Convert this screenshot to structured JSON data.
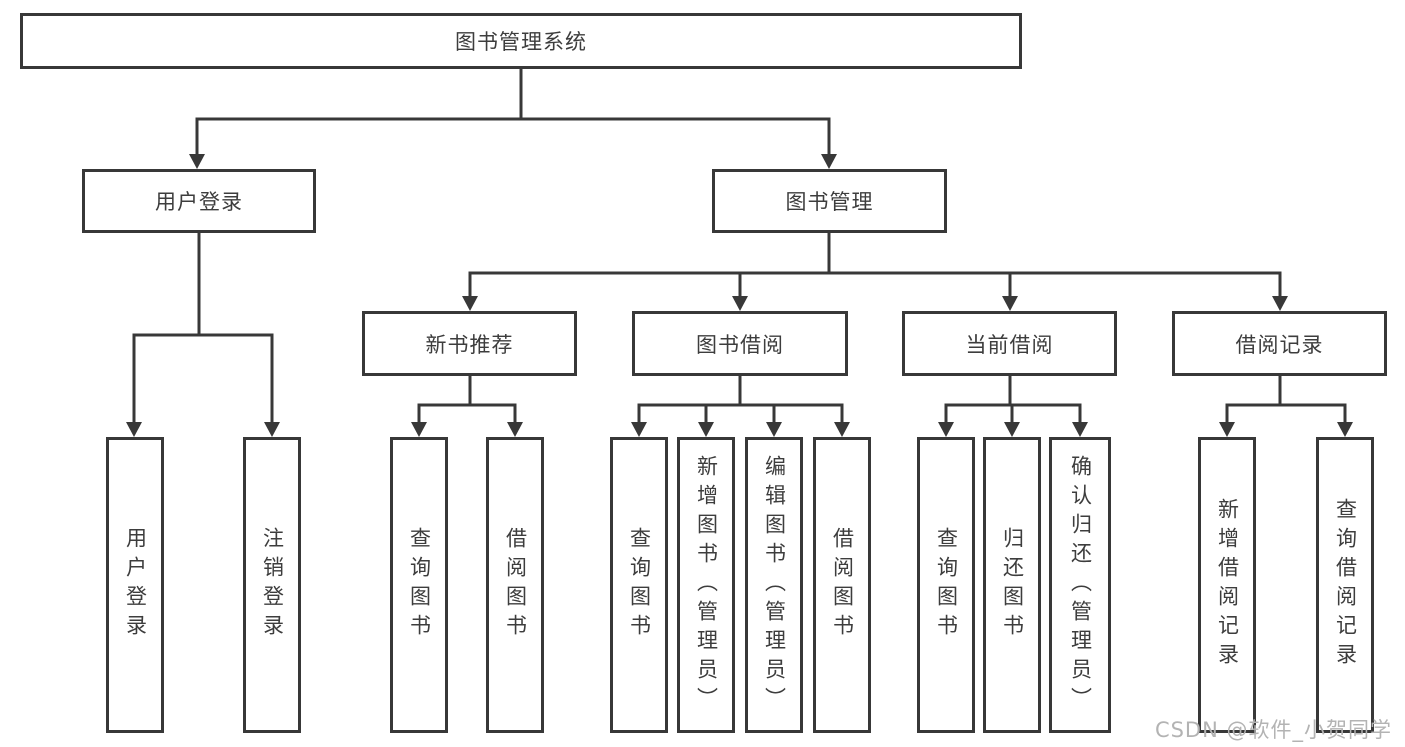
{
  "root": {
    "label": "图书管理系统",
    "children": [
      {
        "label": "用户登录",
        "children": [
          {
            "label": "用户登录"
          },
          {
            "label": "注销登录"
          }
        ]
      },
      {
        "label": "图书管理",
        "children": [
          {
            "label": "新书推荐",
            "children": [
              {
                "label": "查询图书"
              },
              {
                "label": "借阅图书"
              }
            ]
          },
          {
            "label": "图书借阅",
            "children": [
              {
                "label": "查询图书"
              },
              {
                "label": "新增图书（管理员）"
              },
              {
                "label": "编辑图书（管理员）"
              },
              {
                "label": "借阅图书"
              }
            ]
          },
          {
            "label": "当前借阅",
            "children": [
              {
                "label": "查询图书"
              },
              {
                "label": "归还图书"
              },
              {
                "label": "确认归还（管理员）"
              }
            ]
          },
          {
            "label": "借阅记录",
            "children": [
              {
                "label": "新增借阅记录"
              },
              {
                "label": "查询借阅记录"
              }
            ]
          }
        ]
      }
    ]
  },
  "colors": {
    "line": "#383838",
    "text": "#3d3d3d",
    "watermark": "#b3b3b3"
  },
  "watermark": "CSDN @软件_小贺同学"
}
